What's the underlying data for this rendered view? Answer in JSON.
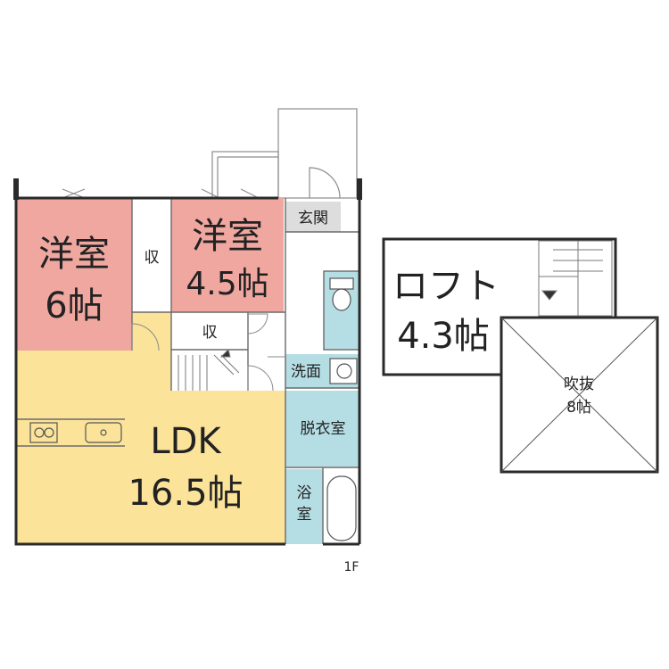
{
  "colors": {
    "bedroom": "#f0a7a0",
    "ldk": "#fbe39a",
    "wet": "#b5dde4",
    "genkan": "#dddddd",
    "wall": "#2a2a2a",
    "line": "#8c8c8c"
  },
  "rooms": {
    "bedroom6": {
      "name": "洋室",
      "size": "6帖"
    },
    "bedroom45": {
      "name": "洋室",
      "size": "4.5帖"
    },
    "storage1": {
      "name": "収"
    },
    "storage2": {
      "name": "収"
    },
    "genkan": {
      "name": "玄関"
    },
    "washroom": {
      "name": "洗面"
    },
    "dressing": {
      "name": "脱衣室"
    },
    "bath": {
      "name": "浴室"
    },
    "ldk": {
      "name": "LDK",
      "size": "16.5帖"
    }
  },
  "loft": {
    "name": "ロフト",
    "size": "4.3帖"
  },
  "void": {
    "name": "吹抜",
    "size": "8帖"
  },
  "floor_label": "1F"
}
